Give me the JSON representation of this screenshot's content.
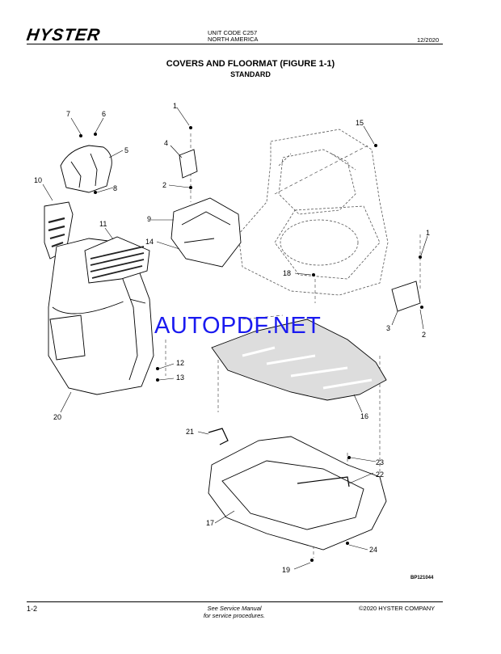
{
  "header": {
    "brand": "HYSTER",
    "unit_code": "UNIT CODE C257",
    "region": "NORTH AMERICA",
    "date": "12/2020"
  },
  "title": "COVERS AND FLOORMAT (FIGURE 1-1)",
  "subtitle": "STANDARD",
  "watermark": "AUTOPDF.NET",
  "drawing_code": "BP121044",
  "callouts": [
    "7",
    "6",
    "5",
    "8",
    "10",
    "11",
    "4",
    "1",
    "2",
    "9",
    "14",
    "15",
    "18",
    "1",
    "3",
    "2",
    "12",
    "13",
    "20",
    "16",
    "21",
    "23",
    "22",
    "17",
    "24",
    "19"
  ],
  "footer": {
    "page": "1-2",
    "note_line1": "See Service Manual",
    "note_line2": "for service procedures.",
    "copyright": "©2020 HYSTER COMPANY"
  }
}
